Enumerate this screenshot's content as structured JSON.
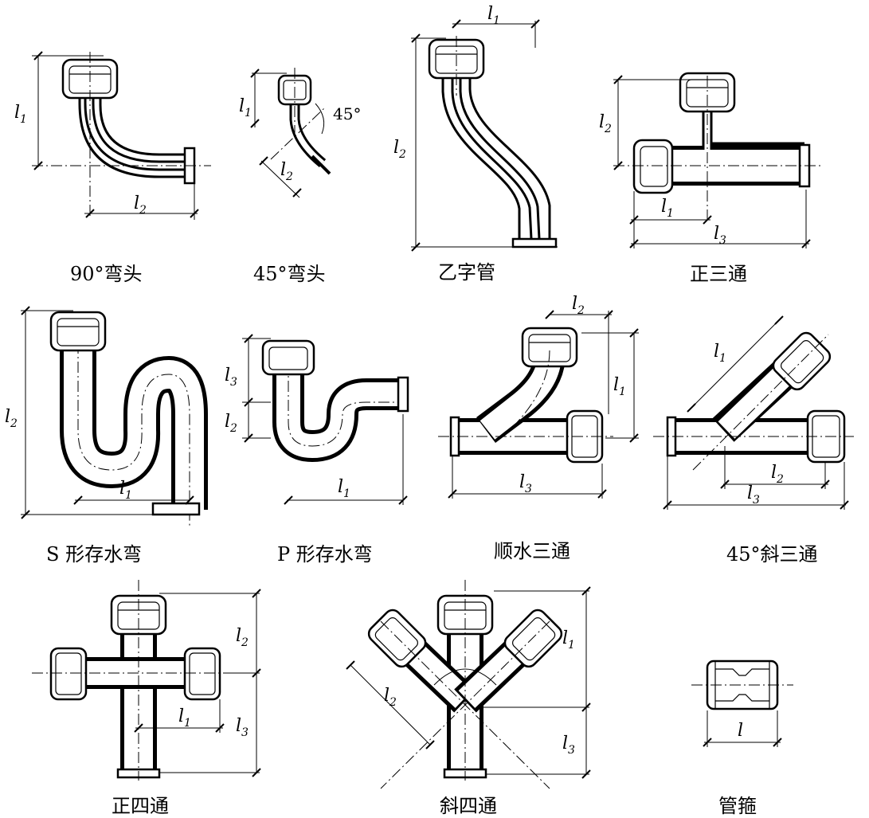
{
  "figures": [
    {
      "id": "elbow-90",
      "label": "90°弯头",
      "dims": [
        "1",
        "2"
      ]
    },
    {
      "id": "elbow-45",
      "label": "45°弯头",
      "dims": [
        "1",
        "2"
      ],
      "angle": "45°"
    },
    {
      "id": "offset-pipe",
      "label": "乙字管",
      "dims": [
        "1",
        "2"
      ]
    },
    {
      "id": "tee",
      "label": "正三通",
      "dims": [
        "2",
        "1",
        "3"
      ]
    },
    {
      "id": "s-trap",
      "label": "S 形存水弯",
      "dims": [
        "2",
        "1"
      ]
    },
    {
      "id": "p-trap",
      "label": "P 形存水弯",
      "dims": [
        "3",
        "2",
        "1"
      ]
    },
    {
      "id": "sweep-tee",
      "label": "顺水三通",
      "dims": [
        "2",
        "1",
        "3"
      ]
    },
    {
      "id": "wye-45",
      "label": "45°斜三通",
      "dims": [
        "1",
        "2",
        "3"
      ]
    },
    {
      "id": "cross",
      "label": "正四通",
      "dims": [
        "2",
        "1",
        "3"
      ]
    },
    {
      "id": "double-wye",
      "label": "斜四通",
      "dims": [
        "1",
        "2",
        "3"
      ]
    },
    {
      "id": "coupling",
      "label": "管箍",
      "dims": [
        ""
      ]
    }
  ],
  "dim_letter": "l"
}
